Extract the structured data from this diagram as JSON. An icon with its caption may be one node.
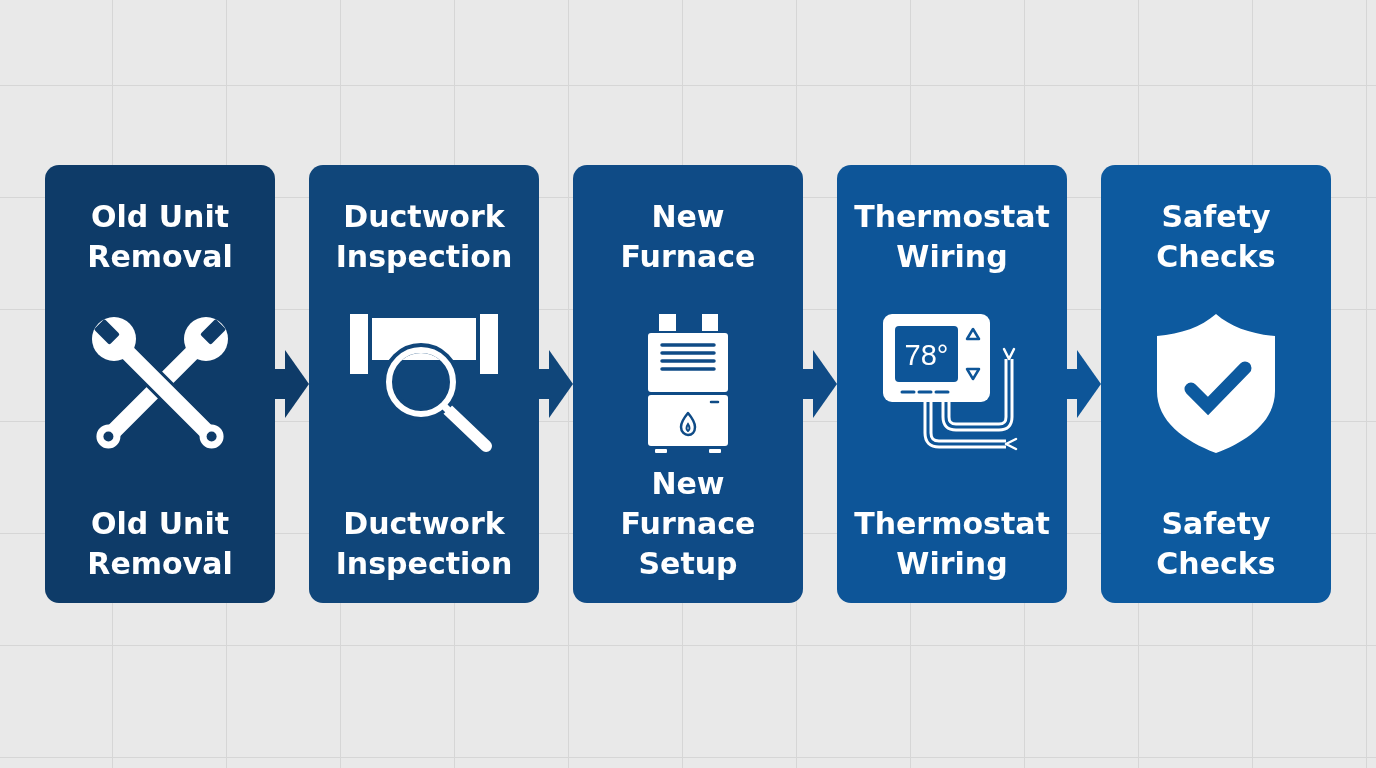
{
  "diagram": {
    "nodes": [
      {
        "text": [
          "Old Unit Removal",
          "Old Unit Removal"
        ]
      },
      {
        "text": [
          "Ductwork Inspection",
          "Ductwork Inspection"
        ]
      },
      {
        "text": [
          "New Furnace",
          "New Furnace Setup"
        ]
      },
      {
        "text": [
          "Thermostat Wiring",
          "Thermostat Wiring"
        ]
      },
      {
        "text": [
          "Safety Checks",
          "Safety Checks"
        ]
      }
    ],
    "edges": [
      {
        "from": 0,
        "to": 1,
        "arrow": "to"
      },
      {
        "from": 1,
        "to": 2,
        "arrow": "to"
      },
      {
        "from": 2,
        "to": 3,
        "arrow": "to"
      },
      {
        "from": 3,
        "to": 4,
        "arrow": "to"
      }
    ],
    "labels": [
      "78°"
    ]
  }
}
